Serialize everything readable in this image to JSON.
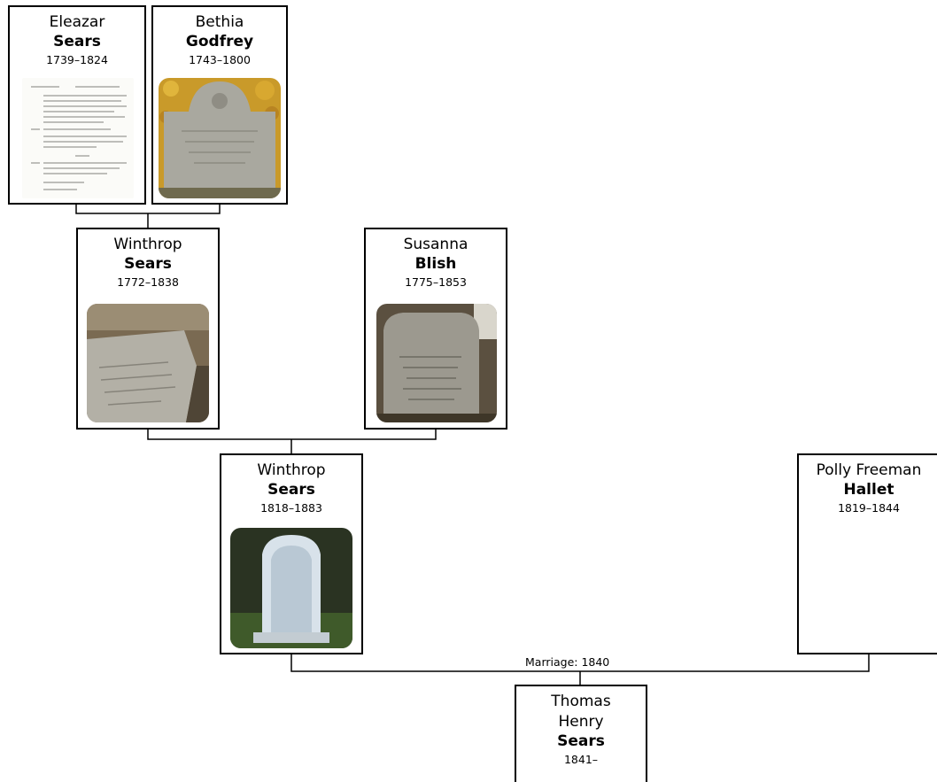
{
  "people": {
    "eleazar": {
      "given": "Eleazar",
      "surname": "Sears",
      "dates": "1739–1824"
    },
    "bethia": {
      "given": "Bethia",
      "surname": "Godfrey",
      "dates": "1743–1800"
    },
    "winthrop_sr": {
      "given": "Winthrop",
      "surname": "Sears",
      "dates": "1772–1838"
    },
    "susanna": {
      "given": "Susanna",
      "surname": "Blish",
      "dates": "1775–1853"
    },
    "winthrop_jr": {
      "given": "Winthrop",
      "surname": "Sears",
      "dates": "1818–1883"
    },
    "polly": {
      "given": "Polly Freeman",
      "surname": "Hallet",
      "dates": "1819–1844"
    },
    "thomas": {
      "given": "Thomas Henry",
      "surname": "Sears",
      "dates": "1841–"
    }
  },
  "relationships": {
    "marriage_label": "Marriage: 1840"
  },
  "photos": {
    "eleazar": "document-page-photo",
    "bethia": "gravestone-photo",
    "winthrop_sr": "gravestone-photo",
    "susanna": "gravestone-photo",
    "winthrop_jr": "gravestone-photo"
  },
  "colors": {
    "border": "#000000",
    "connector": "#000000",
    "background": "#ffffff"
  }
}
